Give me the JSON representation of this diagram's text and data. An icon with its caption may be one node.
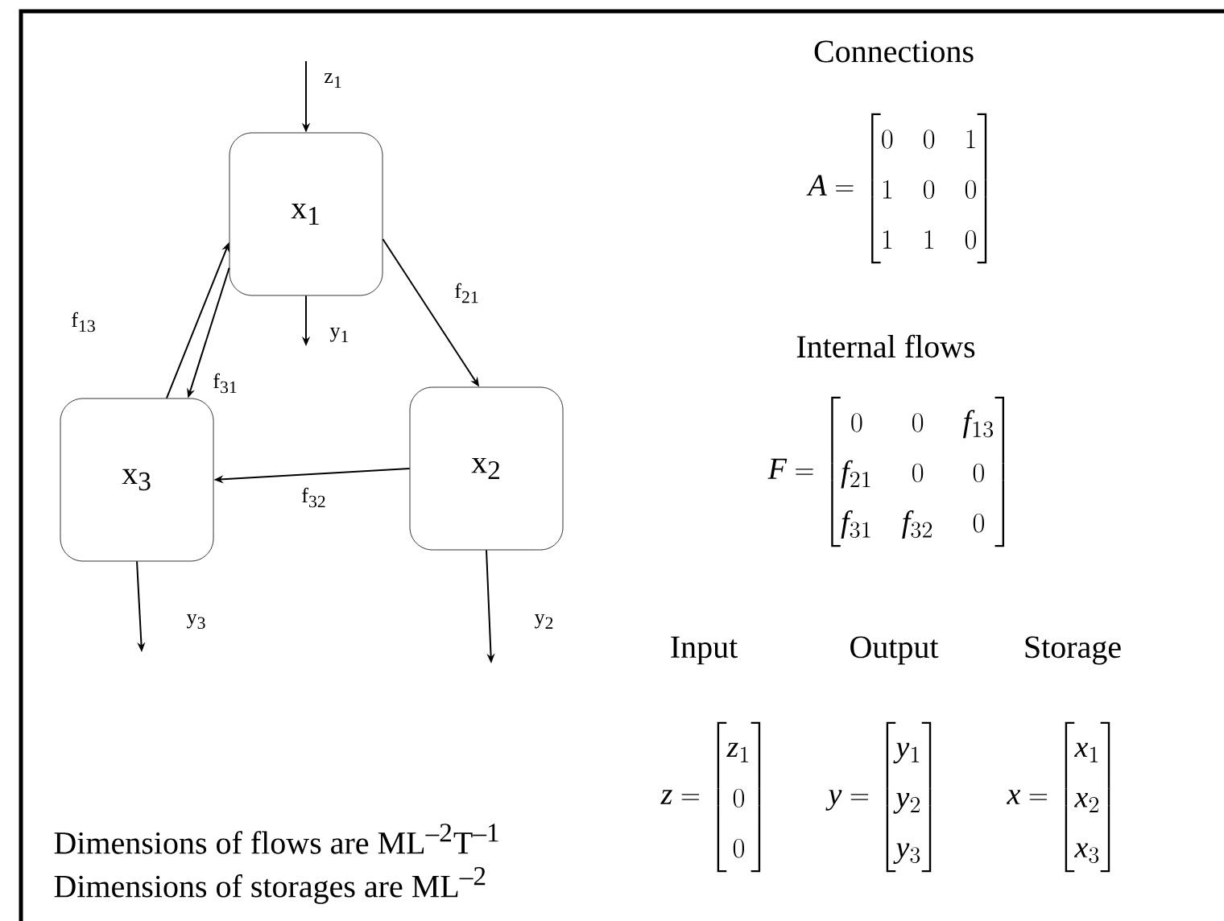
{
  "diagram": {
    "nodes": [
      {
        "text": [
          "x$_{1}$"
        ]
      },
      {
        "text": [
          "x$_{2}$"
        ]
      },
      {
        "text": [
          "x$_{3}$"
        ]
      }
    ],
    "edges": [
      {
        "from": null,
        "to": 0,
        "arrow": "to",
        "label": "z$_{1}$"
      },
      {
        "from": 0,
        "to": null,
        "arrow": "to",
        "label": "y$_{1}$"
      },
      {
        "from": 0,
        "to": 1,
        "arrow": "to",
        "label": "f$_{21}$"
      },
      {
        "from": 2,
        "to": 0,
        "arrow": "to",
        "label": "f$_{13}$"
      },
      {
        "from": 0,
        "to": 2,
        "arrow": "to",
        "label": "f$_{31}$"
      },
      {
        "from": 1,
        "to": 2,
        "arrow": "to",
        "label": "f$_{32}$"
      },
      {
        "from": 2,
        "to": null,
        "arrow": "to",
        "label": "y$_{3}$"
      },
      {
        "from": 1,
        "to": null,
        "arrow": "to",
        "label": "y$_{2}$"
      }
    ],
    "labels": [
      "Connections",
      "A = \\begin{bmatrix}0 & 0 & 1\\\\ 1 & 0 & 0\\\\ 1 & 1 & 0\\end{bmatrix}",
      "Internal flows",
      "F = \\begin{bmatrix}0 & 0 & f_{13}\\\\ f_{21} & 0 & 0\\\\ f_{31} & f_{32} & 0\\end{bmatrix}",
      "Input",
      "Output",
      "Storage",
      "z = \\begin{bmatrix}z_{1}\\\\ 0\\\\ 0\\end{bmatrix}",
      "y = \\begin{bmatrix}y_{1}\\\\ y_{2}\\\\ y_{3}\\end{bmatrix}",
      "x = \\begin{bmatrix}x_{1}\\\\ x_{2}\\\\ x_{3}\\end{bmatrix}",
      "Dimensions of flows are ML$^{–2}$T$^{–1}$",
      "Dimensions of storages are ML$^{–2}$"
    ]
  }
}
